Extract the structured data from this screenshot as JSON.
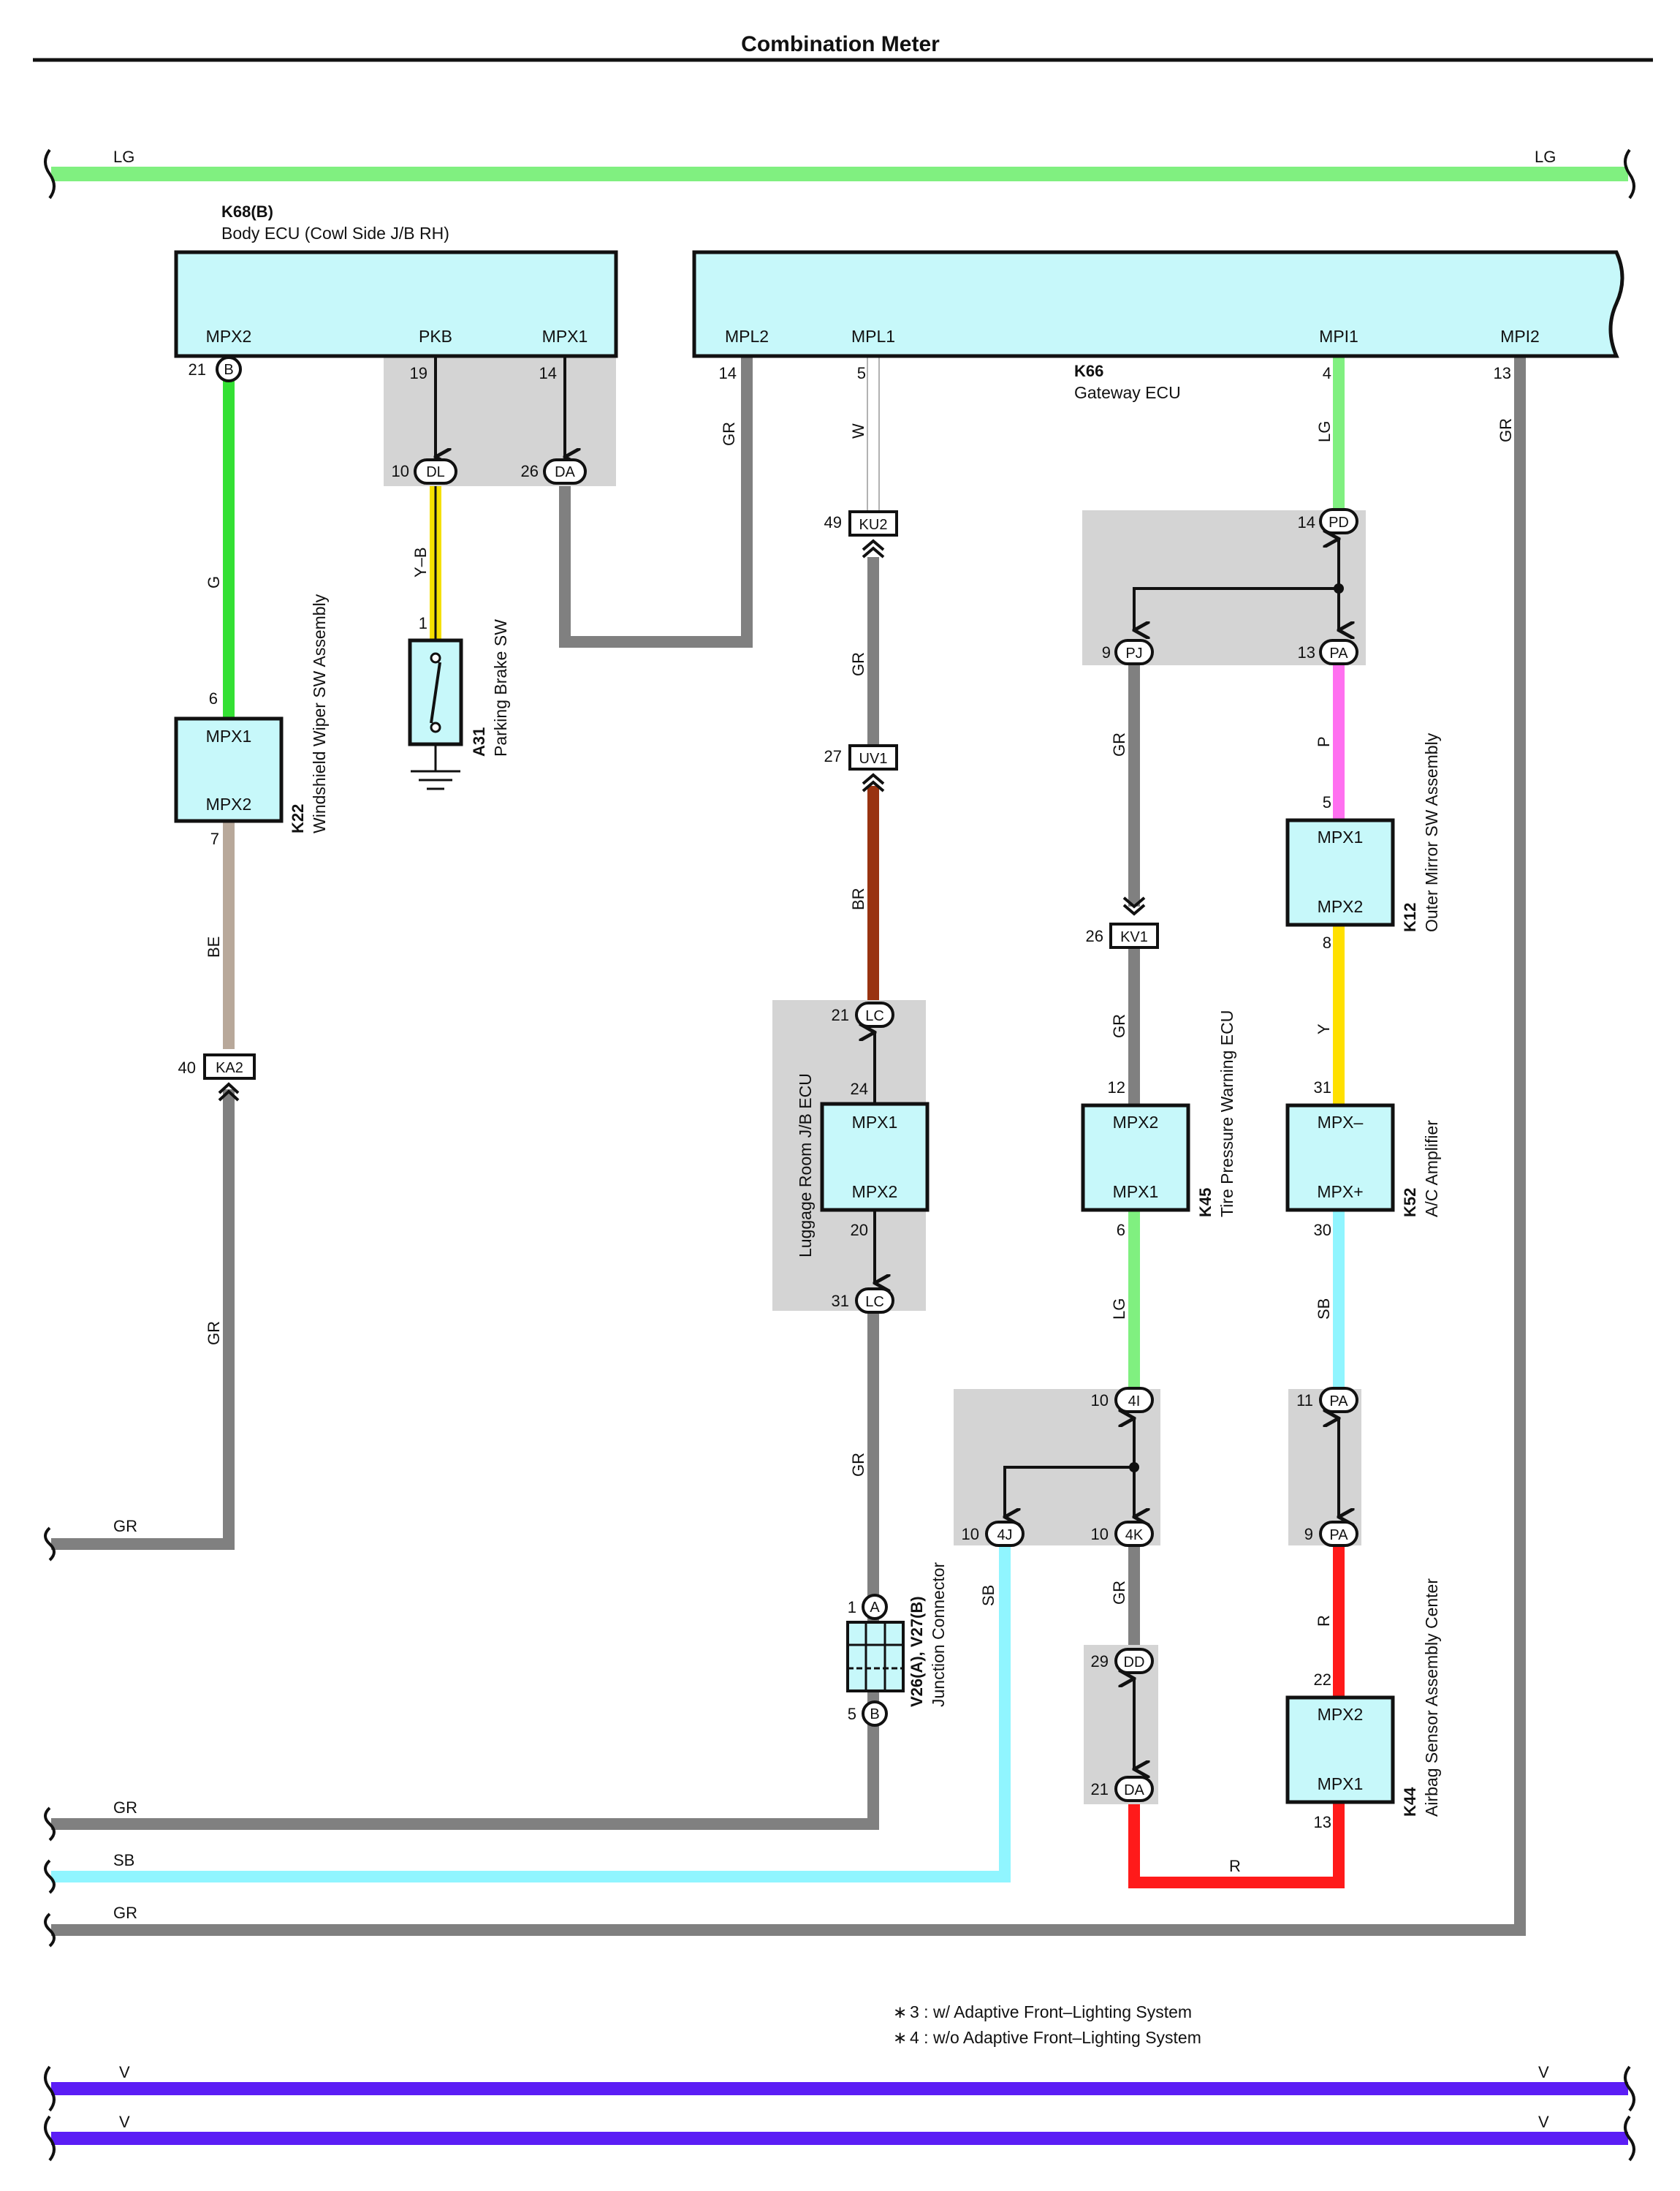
{
  "title": "Combination Meter",
  "colors": {
    "LG": "#80f080",
    "G": "#33e033",
    "GR": "#808080",
    "BE": "#b8a89a",
    "Y_B": "#f5e000",
    "W": "#ffffff",
    "BR": "#993311",
    "P": "#ff70f0",
    "Y": "#ffe000",
    "SB": "#90f5ff",
    "R": "#ff1a1a",
    "V": "#5b1df5",
    "component_fill": "#c7f8fa",
    "junction_fill": "#d4d4d4"
  },
  "buses": {
    "top": {
      "left": "LG",
      "right": "LG"
    },
    "bottom_1": {
      "left": "V",
      "right": "V"
    },
    "bottom_2": {
      "left": "V",
      "right": "V"
    },
    "left_out": {
      "gr1": "GR",
      "gr2": "GR",
      "sb": "SB",
      "gr3": "GR"
    }
  },
  "components": {
    "body_ecu": {
      "id": "K68(B)",
      "name": "Body ECU (Cowl Side J/B RH)",
      "pins": {
        "mpx2": "MPX2",
        "pkb": "PKB",
        "mpx1": "MPX1"
      },
      "pin_numbers": {
        "mpx2": "21",
        "pkb": "19",
        "mpx1": "14"
      },
      "connector": "B"
    },
    "gateway_ecu": {
      "id": "K66",
      "name": "Gateway ECU",
      "pins": {
        "mpl2": "MPL2",
        "mpl1": "MPL1",
        "mpi1": "MPI1",
        "mpi2": "MPI2"
      },
      "pin_numbers": {
        "mpl2": "14",
        "mpl1": "5",
        "mpi1": "4",
        "mpi2": "13"
      }
    },
    "wiper_sw": {
      "id": "K22",
      "name": "Windshield Wiper SW Assembly",
      "pins": {
        "top": "MPX1",
        "bottom": "MPX2"
      },
      "pin_numbers": {
        "top": "6",
        "bottom": "7"
      }
    },
    "parking_brake": {
      "id": "A31",
      "name": "Parking Brake SW",
      "pin_number": "1"
    },
    "luggage_jb": {
      "name": "Luggage Room J/B ECU",
      "pins": {
        "top": "MPX1",
        "bottom": "MPX2"
      },
      "pin_numbers": {
        "top": "24",
        "bottom": "20"
      }
    },
    "junction_connector": {
      "id": "V26(A), V27(B)",
      "name": "Junction Connector",
      "pin_a": "1",
      "conn_a": "A",
      "pin_b": "5",
      "conn_b": "B"
    },
    "tpw_ecu": {
      "id": "K45",
      "name": "Tire Pressure Warning ECU",
      "pins": {
        "top": "MPX2",
        "bottom": "MPX1"
      },
      "pin_numbers": {
        "top": "12",
        "bottom": "6"
      }
    },
    "outer_mirror": {
      "id": "K12",
      "name": "Outer Mirror SW Assembly",
      "pins": {
        "top": "MPX1",
        "bottom": "MPX2"
      },
      "pin_numbers": {
        "top": "5",
        "bottom": "8"
      }
    },
    "ac_amp": {
      "id": "K52",
      "name": "A/C Amplifier",
      "pins": {
        "top": "MPX–",
        "bottom": "MPX+"
      },
      "pin_numbers": {
        "top": "31",
        "bottom": "30"
      }
    },
    "airbag": {
      "id": "K44",
      "name": "Airbag Sensor Assembly Center",
      "pins": {
        "top": "MPX2",
        "bottom": "MPX1"
      },
      "pin_numbers": {
        "top": "22",
        "bottom": "13"
      }
    }
  },
  "connectors": {
    "dl": {
      "num": "10",
      "name": "DL"
    },
    "da_top": {
      "num": "26",
      "name": "DA"
    },
    "ka2": {
      "num": "40",
      "name": "KA2"
    },
    "ku2": {
      "num": "49",
      "name": "KU2"
    },
    "uv1": {
      "num": "27",
      "name": "UV1"
    },
    "lc_top": {
      "num": "21",
      "name": "LC"
    },
    "lc_bot": {
      "num": "31",
      "name": "LC"
    },
    "pd": {
      "num": "14",
      "name": "PD"
    },
    "pj": {
      "num": "9",
      "name": "PJ"
    },
    "pa_a": {
      "num": "13",
      "name": "PA"
    },
    "kv1": {
      "num": "26",
      "name": "KV1"
    },
    "c4i": {
      "num": "10",
      "name": "4I"
    },
    "c4j": {
      "num": "10",
      "name": "4J"
    },
    "c4k": {
      "num": "10",
      "name": "4K"
    },
    "pa_b": {
      "num": "11",
      "name": "PA"
    },
    "pa_c": {
      "num": "9",
      "name": "PA"
    },
    "dd": {
      "num": "29",
      "name": "DD"
    },
    "da_bot": {
      "num": "21",
      "name": "DA"
    }
  },
  "wires": {
    "g": "G",
    "be": "BE",
    "gr_ka2": "GR",
    "yb": "Y–B",
    "gr_mpl2": "GR",
    "w": "W",
    "gr_ku2": "GR",
    "br": "BR",
    "gr_lc": "GR",
    "lg_mpi1": "LG",
    "gr_mpi2": "GR",
    "gr_pj": "GR",
    "gr_kv1": "GR",
    "p": "P",
    "y": "Y",
    "lg_k45": "LG",
    "sb_k52": "SB",
    "sb_4j": "SB",
    "gr_4k": "GR",
    "r_pa": "R",
    "r_bottom": "R"
  },
  "notes": {
    "n3": "3 : w/ Adaptive Front–Lighting System",
    "n4": "4 : w/o Adaptive Front–Lighting System",
    "bullet": "∗"
  }
}
